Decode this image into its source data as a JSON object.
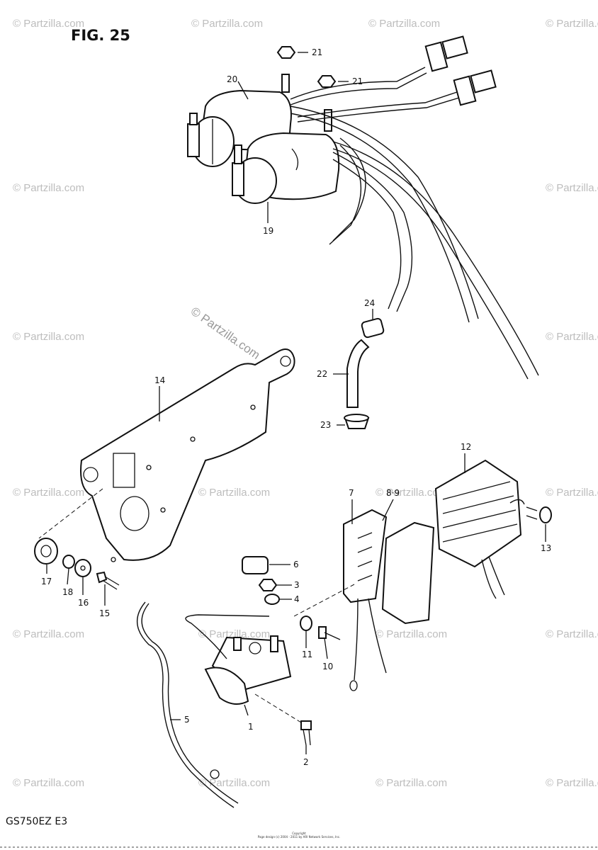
{
  "figure_title": "FIG. 25",
  "model_code": "GS750EZ E3",
  "watermark": "© Partzilla.com",
  "copyright_lines": [
    "Copyright",
    "Page design (c) 2004 - 2011 by ARI Network Services, Inc."
  ],
  "callouts": {
    "p1": "1",
    "p2": "2",
    "p3": "3",
    "p4": "4",
    "p5": "5",
    "p6": "6",
    "p7": "7",
    "p8_9": "8·9",
    "p10": "10",
    "p11": "11",
    "p12": "12",
    "p13": "13",
    "p14": "14",
    "p15": "15",
    "p16": "16",
    "p17": "17",
    "p18": "18",
    "p19": "19",
    "p20": "20",
    "p21a": "21",
    "p21b": "21",
    "p22": "22",
    "p23": "23",
    "p24": "24"
  }
}
